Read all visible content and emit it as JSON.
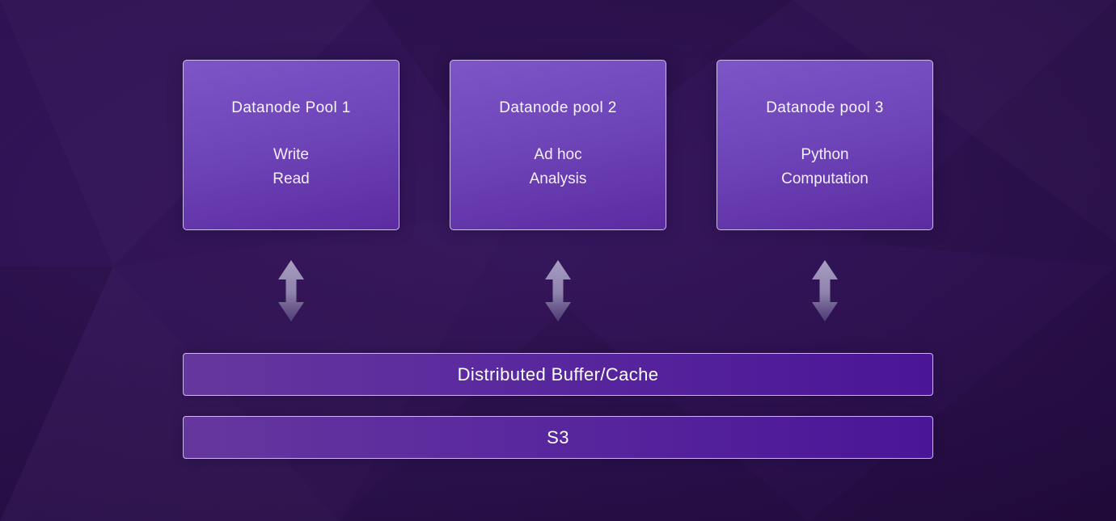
{
  "diagram": {
    "pools": [
      {
        "title": "Datanode Pool 1",
        "lines": [
          "Write",
          "Read"
        ]
      },
      {
        "title": "Datanode pool 2",
        "lines": [
          "Ad hoc",
          "Analysis"
        ]
      },
      {
        "title": "Datanode pool 3",
        "lines": [
          "Python",
          "Computation"
        ]
      }
    ],
    "layers": [
      {
        "label": "Distributed Buffer/Cache"
      },
      {
        "label": "S3"
      }
    ],
    "colors": {
      "background": "#2a1049",
      "box_gradient_top": "#7d55c6",
      "box_gradient_bottom": "#5c2ba0",
      "bar_gradient_left": "#65379e",
      "bar_gradient_right": "#4a1597",
      "border": "#ded2f5",
      "arrow": "#9d93b8",
      "text": "#ffffff"
    }
  }
}
